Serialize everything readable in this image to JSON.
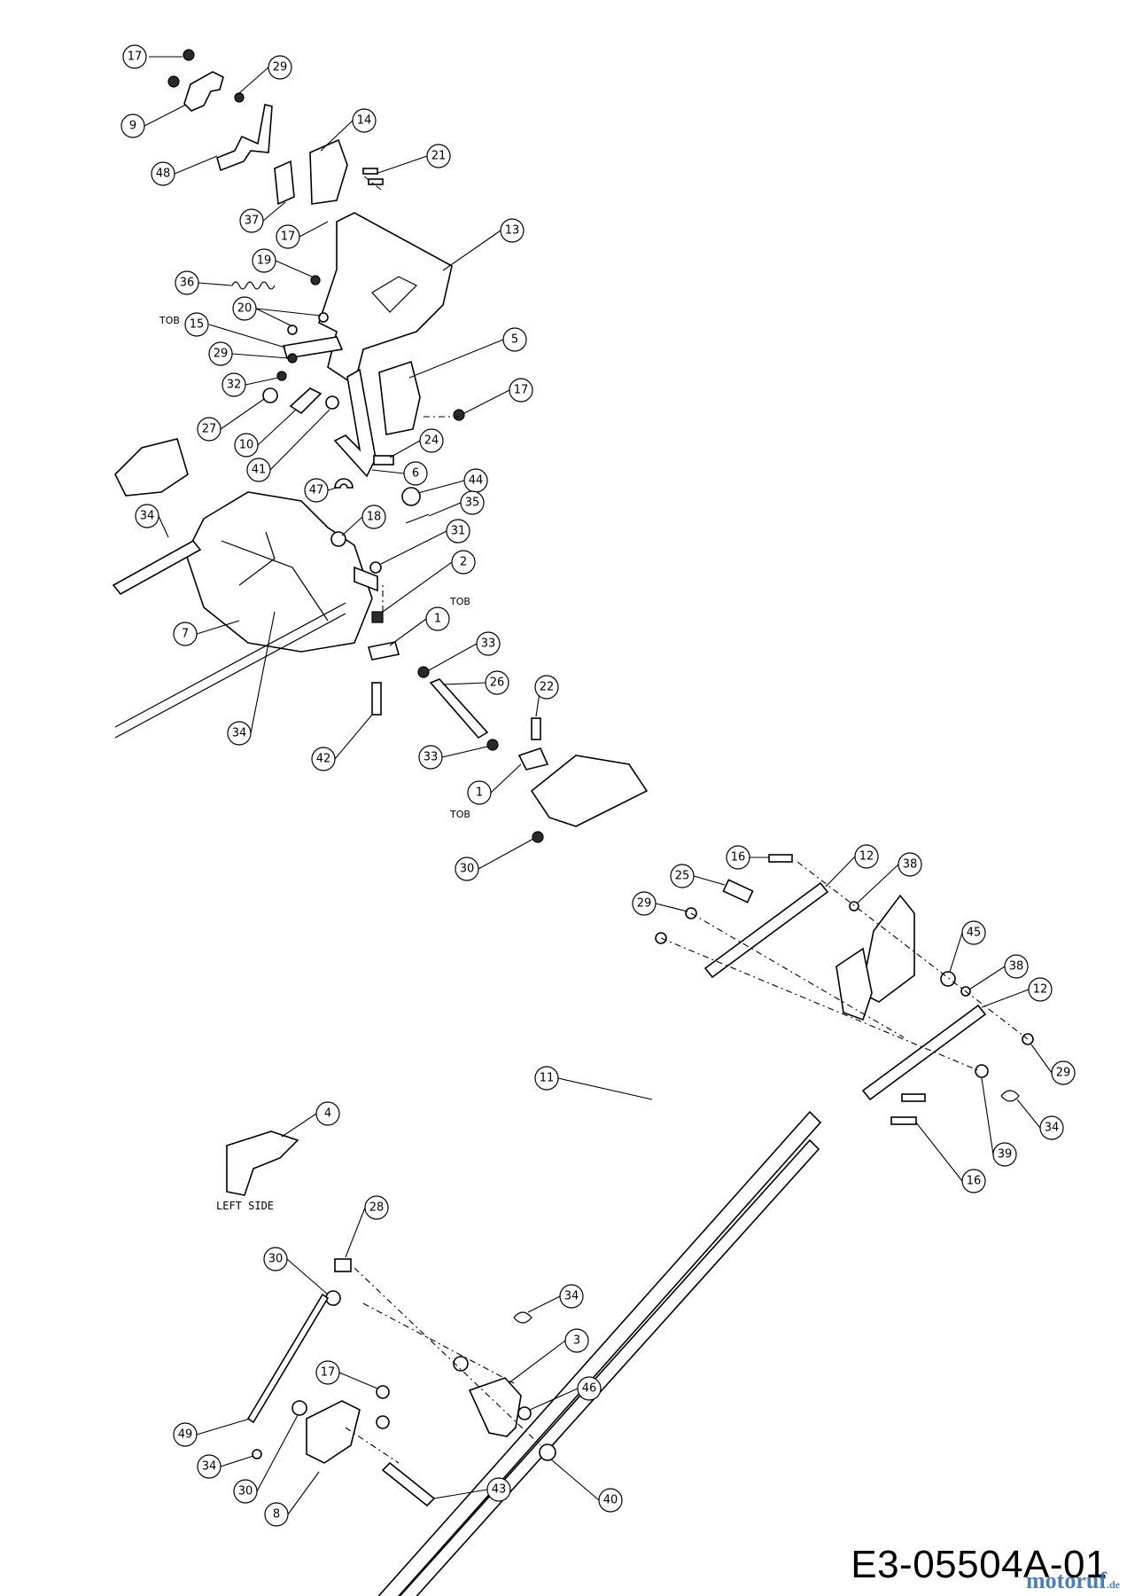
{
  "document_code": "E3-05504A-01",
  "watermark": {
    "main": "motoruf",
    "suffix": ".de"
  },
  "side_label": "LEFT SIDE",
  "tob_label": "TOB",
  "callouts": [
    {
      "id": "c17a",
      "num": "17"
    },
    {
      "id": "c29a",
      "num": "29"
    },
    {
      "id": "c9",
      "num": "9"
    },
    {
      "id": "c48",
      "num": "48"
    },
    {
      "id": "c14",
      "num": "14"
    },
    {
      "id": "c21",
      "num": "21"
    },
    {
      "id": "c37",
      "num": "37"
    },
    {
      "id": "c17b",
      "num": "17"
    },
    {
      "id": "c13",
      "num": "13"
    },
    {
      "id": "c36",
      "num": "36"
    },
    {
      "id": "c19",
      "num": "19"
    },
    {
      "id": "c20",
      "num": "20"
    },
    {
      "id": "c15",
      "num": "15"
    },
    {
      "id": "c29b",
      "num": "29"
    },
    {
      "id": "c5",
      "num": "5"
    },
    {
      "id": "c32",
      "num": "32"
    },
    {
      "id": "c17c",
      "num": "17"
    },
    {
      "id": "c27",
      "num": "27"
    },
    {
      "id": "c10",
      "num": "10"
    },
    {
      "id": "c24",
      "num": "24"
    },
    {
      "id": "c41",
      "num": "41"
    },
    {
      "id": "c6",
      "num": "6"
    },
    {
      "id": "c47",
      "num": "47"
    },
    {
      "id": "c44",
      "num": "44"
    },
    {
      "id": "c34a",
      "num": "34"
    },
    {
      "id": "c35",
      "num": "35"
    },
    {
      "id": "c18",
      "num": "18"
    },
    {
      "id": "c31",
      "num": "31"
    },
    {
      "id": "c2",
      "num": "2"
    },
    {
      "id": "c7",
      "num": "7"
    },
    {
      "id": "c1a",
      "num": "1"
    },
    {
      "id": "c33a",
      "num": "33"
    },
    {
      "id": "c26",
      "num": "26"
    },
    {
      "id": "c34b",
      "num": "34"
    },
    {
      "id": "c22",
      "num": "22"
    },
    {
      "id": "c42",
      "num": "42"
    },
    {
      "id": "c33b",
      "num": "33"
    },
    {
      "id": "c1b",
      "num": "1"
    },
    {
      "id": "c30a",
      "num": "30"
    },
    {
      "id": "c16a",
      "num": "16"
    },
    {
      "id": "c12a",
      "num": "12"
    },
    {
      "id": "c38a",
      "num": "38"
    },
    {
      "id": "c25",
      "num": "25"
    },
    {
      "id": "c29c",
      "num": "29"
    },
    {
      "id": "c45",
      "num": "45"
    },
    {
      "id": "c38b",
      "num": "38"
    },
    {
      "id": "c12b",
      "num": "12"
    },
    {
      "id": "c29d",
      "num": "29"
    },
    {
      "id": "c11",
      "num": "11"
    },
    {
      "id": "c4",
      "num": "4"
    },
    {
      "id": "c34c",
      "num": "34"
    },
    {
      "id": "c39",
      "num": "39"
    },
    {
      "id": "c16b",
      "num": "16"
    },
    {
      "id": "c28",
      "num": "28"
    },
    {
      "id": "c30b",
      "num": "30"
    },
    {
      "id": "c34d",
      "num": "34"
    },
    {
      "id": "c3",
      "num": "3"
    },
    {
      "id": "c17d",
      "num": "17"
    },
    {
      "id": "c46",
      "num": "46"
    },
    {
      "id": "c49",
      "num": "49"
    },
    {
      "id": "c34e",
      "num": "34"
    },
    {
      "id": "c30c",
      "num": "30"
    },
    {
      "id": "c43",
      "num": "43"
    },
    {
      "id": "c40",
      "num": "40"
    },
    {
      "id": "c8",
      "num": "8"
    }
  ]
}
